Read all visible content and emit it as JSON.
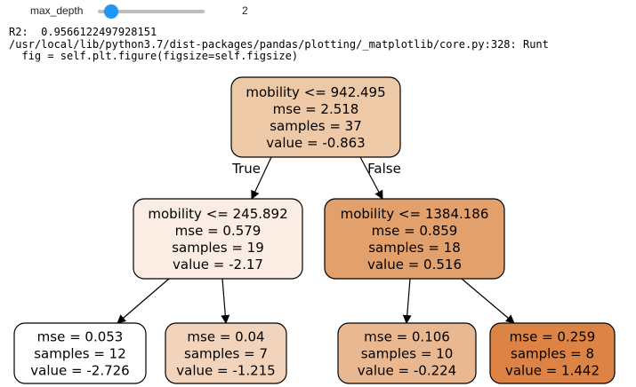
{
  "widget": {
    "label": "max_depth",
    "value": "2",
    "slider_fraction": 0.125,
    "accent_color": "#2196f3"
  },
  "console": {
    "line1": "R2:  0.9566122497928151",
    "line2": "/usr/local/lib/python3.7/dist-packages/pandas/plotting/_matplotlib/core.py:328: Runt",
    "line3": "  fig = self.plt.figure(figsize=self.figsize)"
  },
  "tree": {
    "edge_labels": {
      "true": "True",
      "false": "False"
    },
    "nodes": [
      {
        "id": "root",
        "lines": [
          "mobility <= 942.495",
          "mse = 2.518",
          "samples = 37",
          "value = -0.863"
        ],
        "fill": "#eec9a8"
      },
      {
        "id": "left",
        "lines": [
          "mobility <= 245.892",
          "mse = 0.579",
          "samples = 19",
          "value = -2.17"
        ],
        "fill": "#fbede4"
      },
      {
        "id": "right",
        "lines": [
          "mobility <= 1384.186",
          "mse = 0.859",
          "samples = 18",
          "value = 0.516"
        ],
        "fill": "#e2a06c"
      },
      {
        "id": "leaf1",
        "lines": [
          "mse = 0.053",
          "samples = 12",
          "value = -2.726"
        ],
        "fill": "#ffffff"
      },
      {
        "id": "leaf2",
        "lines": [
          "mse = 0.04",
          "samples = 7",
          "value = -1.215"
        ],
        "fill": "#f2d3bb"
      },
      {
        "id": "leaf3",
        "lines": [
          "mse = 0.106",
          "samples = 10",
          "value = -0.224"
        ],
        "fill": "#e9b891"
      },
      {
        "id": "leaf4",
        "lines": [
          "mse = 0.259",
          "samples = 8",
          "value = 1.442"
        ],
        "fill": "#de8346"
      }
    ]
  }
}
